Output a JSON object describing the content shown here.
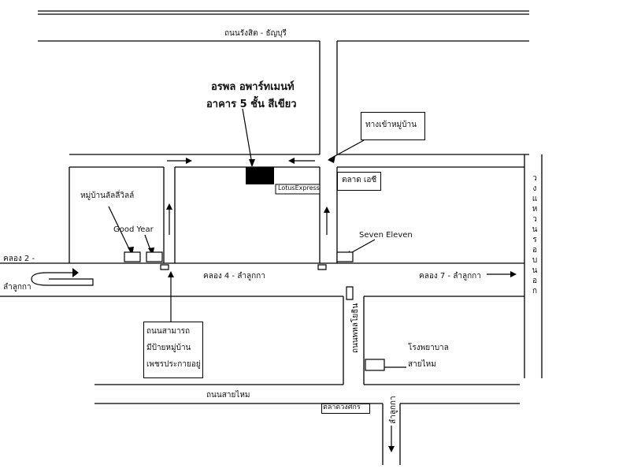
{
  "map": {
    "title": {
      "line1": "อรพล อพาร์ทเมนท์",
      "line2": "อาคาร 5 ชั้น สีเขียว"
    },
    "roads": {
      "top_road": "ถนนรังสิต - ธัญบุรี",
      "khlong2": "คลอง 2 -",
      "khlong2_line2": "ลำลูกกา",
      "khlong4": "คลอง 4 - ลำลูกกา",
      "khlong7": "คลอง 7 - ลำลูกกา",
      "sai_mai": "ถนนสายไหม",
      "ring_road": "วงแหวนรอบนอก",
      "phahon": "ถนนพหลโยธิน",
      "lam_luk_ka_bottom": "ลำลูกกา"
    },
    "places": {
      "lotus": "LotusExpress",
      "village_entrance": "ทางเข้าหมู่บ้าน",
      "market": "ตลาด เอซี",
      "lalil_village": "หมู่บ้านลัลลี่วิลล์",
      "good_year": "Good Year",
      "seven_eleven": "Seven Eleven",
      "samakkhi_line1": "ถนนสามารถ",
      "samakkhi_line2": "มีป้ายหมู่บ้าน",
      "samakkhi_line3": "เพชรประกายอยู่",
      "hospital_line1": "โรงพยาบาล",
      "hospital_line2": "สายไหม",
      "market_bottom": "ตลาดวงศกร"
    }
  }
}
